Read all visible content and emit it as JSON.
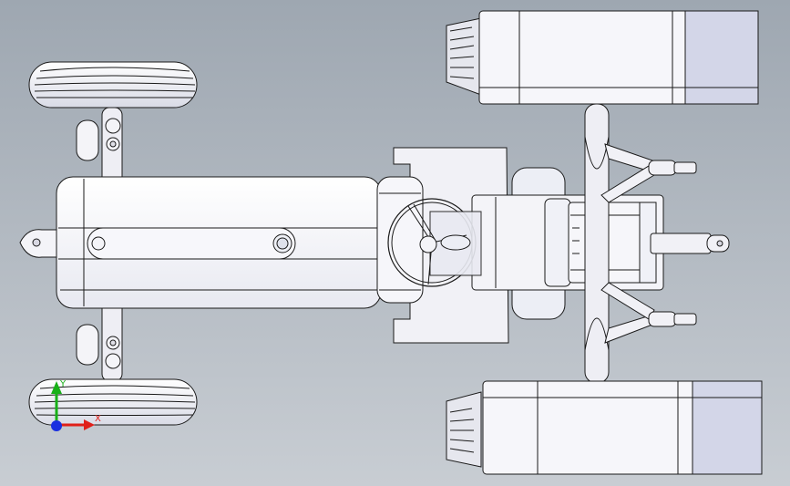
{
  "window": {
    "view": "top-view",
    "model": "tractor-assembly"
  },
  "colors": {
    "bg_top": "#9aa3ad",
    "bg_bottom": "#c6cbd1",
    "part_fill": "#f4f4f8",
    "part_shade": "#d3d6e6",
    "part_shadow": "#b9bccb",
    "edge": "#1a1a1a",
    "axis_x": "#e0201a",
    "axis_y": "#18b018",
    "axis_z": "#1a2fe0"
  },
  "triad": {
    "x_label": "X",
    "y_label": "Y"
  }
}
